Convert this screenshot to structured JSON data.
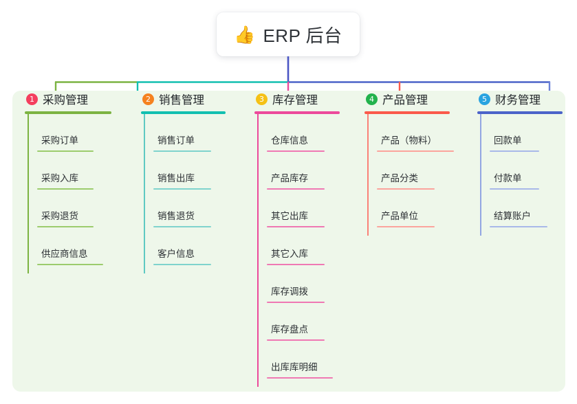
{
  "diagram": {
    "type": "mind-map",
    "title_text": "ERP 后台",
    "root": {
      "icon": "thumbs-up-icon",
      "emoji": "👍",
      "label": "ERP 后台"
    },
    "canvas_background": "#eef7ea",
    "page_background": "#ffffff",
    "root_stem_color": "#4b56c4",
    "bus_segments": [
      {
        "name": "bus-green",
        "color": "#7cb342"
      },
      {
        "name": "bus-teal",
        "color": "#12bfb0"
      },
      {
        "name": "bus-blue",
        "color": "#4b63c9"
      }
    ],
    "branches": [
      {
        "number": "1",
        "label": "采购管理",
        "color": "#7cb342",
        "badge_color": "#f43f5e",
        "drop_color": "#7cb342",
        "items": [
          {
            "label": "采购订单"
          },
          {
            "label": "采购入库"
          },
          {
            "label": "采购退货"
          },
          {
            "label": "供应商信息"
          }
        ]
      },
      {
        "number": "2",
        "label": "销售管理",
        "color": "#12bfb0",
        "badge_color": "#f58220",
        "drop_color": "#12bfb0",
        "items": [
          {
            "label": "销售订单"
          },
          {
            "label": "销售出库"
          },
          {
            "label": "销售退货"
          },
          {
            "label": "客户信息"
          }
        ]
      },
      {
        "number": "3",
        "label": "库存管理",
        "color": "#ec4a9b",
        "badge_color": "#f5c116",
        "drop_color": "#ec4a9b",
        "items": [
          {
            "label": "仓库信息"
          },
          {
            "label": "产品库存"
          },
          {
            "label": "其它出库"
          },
          {
            "label": "其它入库"
          },
          {
            "label": "库存调拨"
          },
          {
            "label": "库存盘点"
          },
          {
            "label": "出库库明细"
          }
        ]
      },
      {
        "number": "4",
        "label": "产品管理",
        "color": "#fa5a4b",
        "badge_color": "#22b24c",
        "drop_color": "#fa5a4b",
        "items": [
          {
            "label": "产品（物料）"
          },
          {
            "label": "产品分类"
          },
          {
            "label": "产品单位"
          }
        ]
      },
      {
        "number": "5",
        "label": "财务管理",
        "color": "#4b63c9",
        "badge_color": "#29a3e0",
        "drop_color": "#6b82d8",
        "items": [
          {
            "label": "回款单"
          },
          {
            "label": "付款单"
          },
          {
            "label": "结算账户"
          }
        ]
      }
    ]
  }
}
